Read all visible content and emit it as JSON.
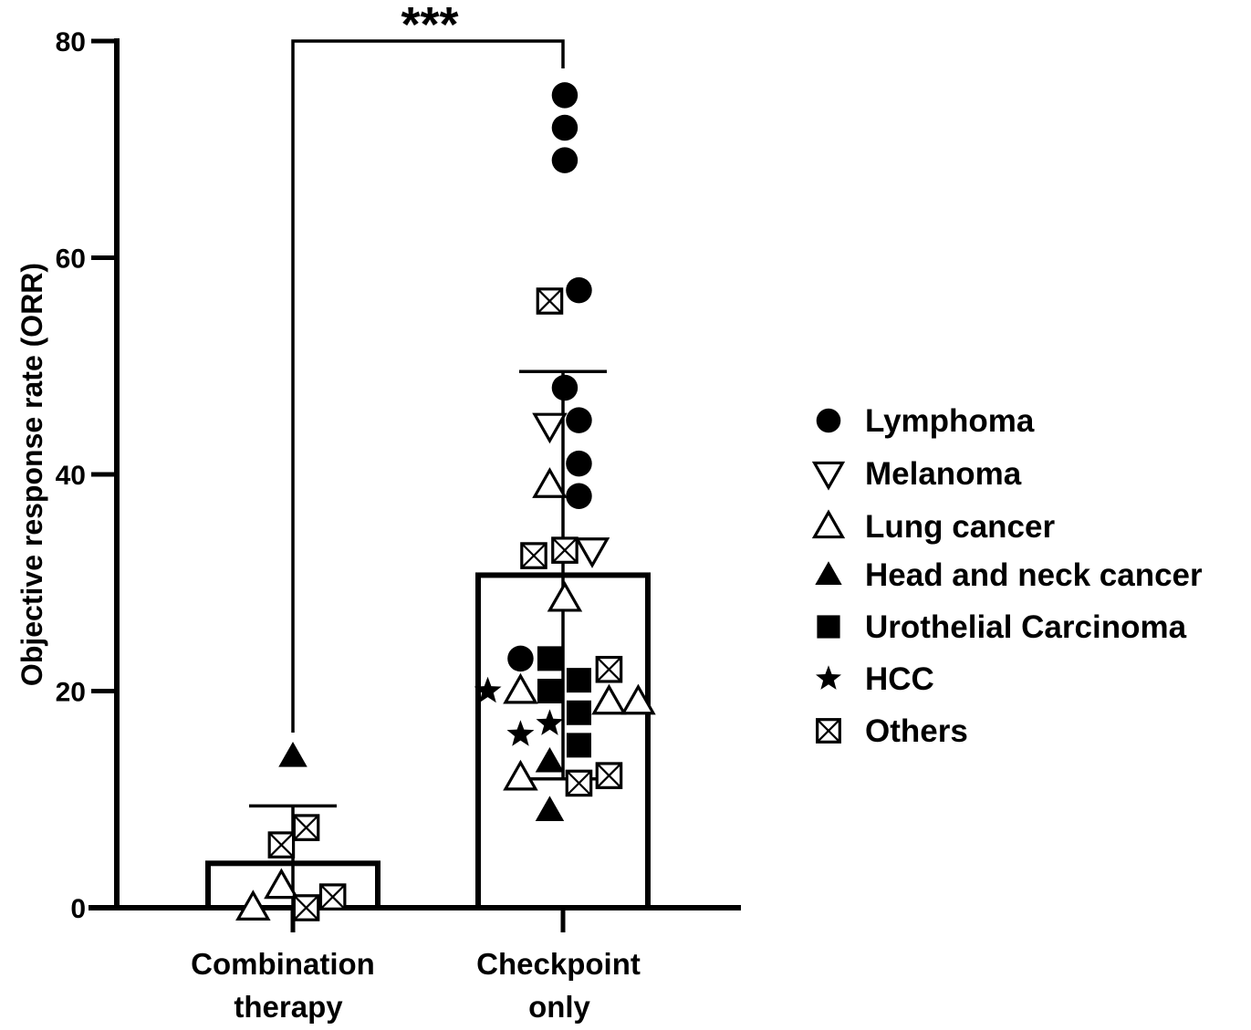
{
  "chart_data": {
    "type": "bar",
    "ylabel": "Objective response rate (ORR)",
    "ylim": [
      0,
      80
    ],
    "yticks": [
      "0",
      "20",
      "40",
      "60",
      "80"
    ],
    "categories": [
      {
        "line1": "Combination",
        "line2": "therapy"
      },
      {
        "line1": "Checkpoint",
        "line2": "only"
      }
    ],
    "bars": [
      {
        "mean": 4.1,
        "sd": 5.3
      },
      {
        "mean": 30.7,
        "sd": 18.8
      }
    ],
    "significance": "***",
    "legend": [
      {
        "key": "lymphoma",
        "label": "Lymphoma",
        "marker": "filled-circle"
      },
      {
        "key": "melanoma",
        "label": "Melanoma",
        "marker": "open-triangle-down"
      },
      {
        "key": "lung",
        "label": "Lung cancer",
        "marker": "open-triangle-up"
      },
      {
        "key": "headneck",
        "label": "Head and neck cancer",
        "marker": "filled-triangle-up"
      },
      {
        "key": "urothelial",
        "label": "Urothelial Carcinoma",
        "marker": "filled-square"
      },
      {
        "key": "hcc",
        "label": "HCC",
        "marker": "filled-star"
      },
      {
        "key": "others",
        "label": "Others",
        "marker": "crossed-square"
      }
    ],
    "points": [
      {
        "group": 0,
        "type": "lung",
        "y": 0,
        "jitter": -0.45
      },
      {
        "group": 0,
        "type": "lung",
        "y": 2,
        "jitter": -0.13
      },
      {
        "group": 0,
        "type": "others",
        "y": 5.8,
        "jitter": -0.13
      },
      {
        "group": 0,
        "type": "others",
        "y": 7.4,
        "jitter": 0.15
      },
      {
        "group": 0,
        "type": "others",
        "y": 0,
        "jitter": 0.15
      },
      {
        "group": 0,
        "type": "others",
        "y": 1,
        "jitter": 0.45
      },
      {
        "group": 0,
        "type": "headneck",
        "y": 14,
        "jitter": 0
      },
      {
        "group": 1,
        "type": "lymphoma",
        "y": 75,
        "jitter": 0.02
      },
      {
        "group": 1,
        "type": "lymphoma",
        "y": 72,
        "jitter": 0.02
      },
      {
        "group": 1,
        "type": "lymphoma",
        "y": 69,
        "jitter": 0.02
      },
      {
        "group": 1,
        "type": "lymphoma",
        "y": 57,
        "jitter": 0.18
      },
      {
        "group": 1,
        "type": "lymphoma",
        "y": 48,
        "jitter": 0.02
      },
      {
        "group": 1,
        "type": "lymphoma",
        "y": 45,
        "jitter": 0.18
      },
      {
        "group": 1,
        "type": "lymphoma",
        "y": 41,
        "jitter": 0.18
      },
      {
        "group": 1,
        "type": "lymphoma",
        "y": 38,
        "jitter": 0.18
      },
      {
        "group": 1,
        "type": "lymphoma",
        "y": 23,
        "jitter": -0.48
      },
      {
        "group": 1,
        "type": "others",
        "y": 56,
        "jitter": -0.15
      },
      {
        "group": 1,
        "type": "melanoma",
        "y": 44.5,
        "jitter": -0.15
      },
      {
        "group": 1,
        "type": "melanoma",
        "y": 33,
        "jitter": 0.33
      },
      {
        "group": 1,
        "type": "lung",
        "y": 39,
        "jitter": -0.15
      },
      {
        "group": 1,
        "type": "lung",
        "y": 28.5,
        "jitter": 0.02
      },
      {
        "group": 1,
        "type": "lung",
        "y": 20,
        "jitter": -0.48
      },
      {
        "group": 1,
        "type": "lung",
        "y": 19,
        "jitter": 0.52
      },
      {
        "group": 1,
        "type": "lung",
        "y": 19,
        "jitter": 0.85
      },
      {
        "group": 1,
        "type": "lung",
        "y": 12,
        "jitter": -0.48
      },
      {
        "group": 1,
        "type": "others",
        "y": 32.5,
        "jitter": -0.33
      },
      {
        "group": 1,
        "type": "others",
        "y": 33,
        "jitter": 0.02
      },
      {
        "group": 1,
        "type": "others",
        "y": 22,
        "jitter": 0.52
      },
      {
        "group": 1,
        "type": "others",
        "y": 12.2,
        "jitter": 0.52
      },
      {
        "group": 1,
        "type": "others",
        "y": 11.5,
        "jitter": 0.18
      },
      {
        "group": 1,
        "type": "urothelial",
        "y": 23,
        "jitter": -0.15
      },
      {
        "group": 1,
        "type": "urothelial",
        "y": 21,
        "jitter": 0.18
      },
      {
        "group": 1,
        "type": "urothelial",
        "y": 20,
        "jitter": -0.15
      },
      {
        "group": 1,
        "type": "urothelial",
        "y": 18,
        "jitter": 0.18
      },
      {
        "group": 1,
        "type": "urothelial",
        "y": 15,
        "jitter": 0.18
      },
      {
        "group": 1,
        "type": "hcc",
        "y": 20,
        "jitter": -0.85
      },
      {
        "group": 1,
        "type": "hcc",
        "y": 17,
        "jitter": -0.15
      },
      {
        "group": 1,
        "type": "hcc",
        "y": 16,
        "jitter": -0.48
      },
      {
        "group": 1,
        "type": "headneck",
        "y": 13.5,
        "jitter": -0.15
      },
      {
        "group": 1,
        "type": "headneck",
        "y": 9,
        "jitter": -0.15
      }
    ]
  }
}
